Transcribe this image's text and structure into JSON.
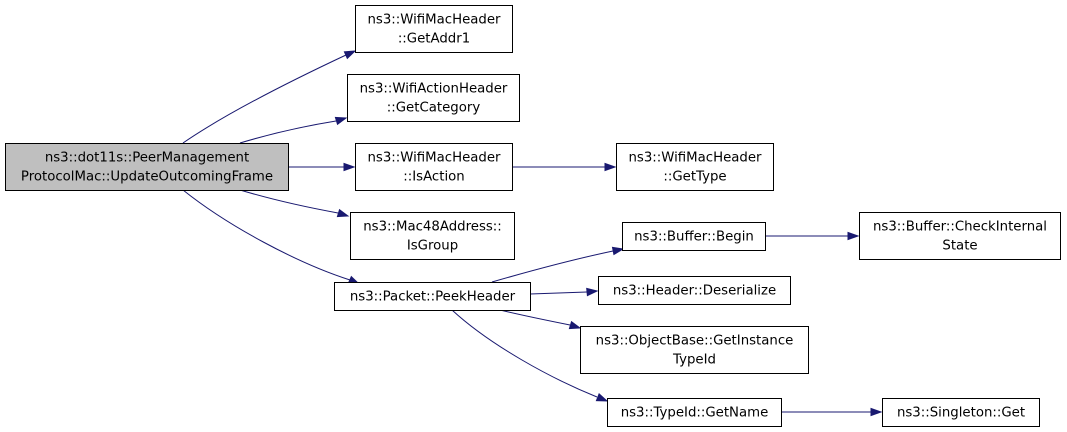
{
  "colors": {
    "root_fill": "#bfbfbf",
    "node_fill": "#ffffff",
    "node_border": "#000000",
    "edge": "#191970"
  },
  "nodes": [
    {
      "id": "root",
      "lines": [
        "ns3::dot11s::PeerManagement",
        "ProtocolMac::UpdateOutcomingFrame"
      ],
      "highlight": true
    },
    {
      "id": "getaddr1",
      "lines": [
        "ns3::WifiMacHeader",
        "::GetAddr1"
      ]
    },
    {
      "id": "getcategory",
      "lines": [
        "ns3::WifiActionHeader",
        "::GetCategory"
      ]
    },
    {
      "id": "isaction",
      "lines": [
        "ns3::WifiMacHeader",
        "::IsAction"
      ]
    },
    {
      "id": "gettype",
      "lines": [
        "ns3::WifiMacHeader",
        "::GetType"
      ]
    },
    {
      "id": "isgroup",
      "lines": [
        "ns3::Mac48Address::",
        "IsGroup"
      ]
    },
    {
      "id": "peekheader",
      "lines": [
        "ns3::Packet::PeekHeader"
      ]
    },
    {
      "id": "bufferbegin",
      "lines": [
        "ns3::Buffer::Begin"
      ]
    },
    {
      "id": "checkinternal",
      "lines": [
        "ns3::Buffer::CheckInternal",
        "State"
      ]
    },
    {
      "id": "deserialize",
      "lines": [
        "ns3::Header::Deserialize"
      ]
    },
    {
      "id": "getinstancetypeid",
      "lines": [
        "ns3::ObjectBase::GetInstance",
        "TypeId"
      ]
    },
    {
      "id": "getname",
      "lines": [
        "ns3::TypeId::GetName"
      ]
    },
    {
      "id": "singletonget",
      "lines": [
        "ns3::Singleton::Get"
      ]
    }
  ],
  "edges": [
    {
      "from": "root",
      "to": "getaddr1"
    },
    {
      "from": "root",
      "to": "getcategory"
    },
    {
      "from": "root",
      "to": "isaction"
    },
    {
      "from": "root",
      "to": "isgroup"
    },
    {
      "from": "root",
      "to": "peekheader"
    },
    {
      "from": "isaction",
      "to": "gettype"
    },
    {
      "from": "peekheader",
      "to": "bufferbegin"
    },
    {
      "from": "peekheader",
      "to": "deserialize"
    },
    {
      "from": "peekheader",
      "to": "getinstancetypeid"
    },
    {
      "from": "peekheader",
      "to": "getname"
    },
    {
      "from": "bufferbegin",
      "to": "checkinternal"
    },
    {
      "from": "getname",
      "to": "singletonget"
    }
  ]
}
